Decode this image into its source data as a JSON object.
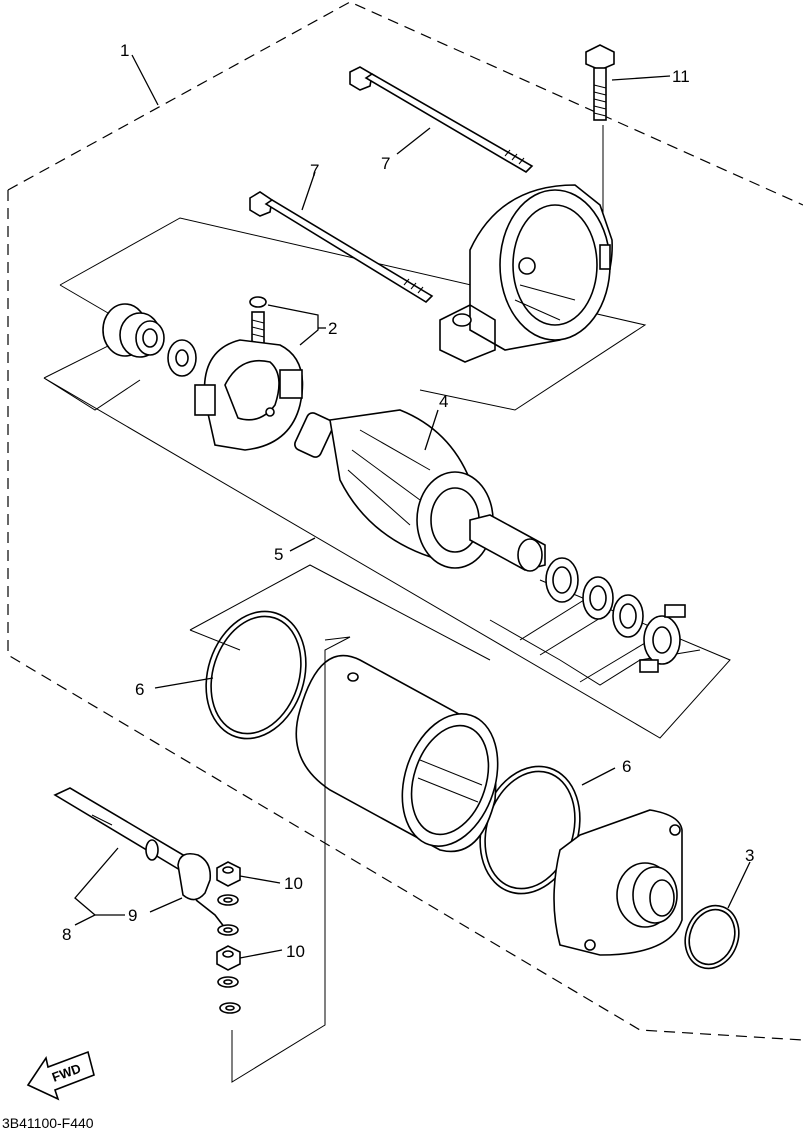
{
  "diagram": {
    "callouts": {
      "c1": "1",
      "c2": "2",
      "c3": "3",
      "c4": "4",
      "c5": "5",
      "c6a": "6",
      "c6b": "6",
      "c7a": "7",
      "c7b": "7",
      "c8": "8",
      "c9": "9",
      "c10a": "10",
      "c10b": "10",
      "c11": "11"
    },
    "fwd_label": "FWD",
    "drawing_code": "3B41100-F440"
  }
}
